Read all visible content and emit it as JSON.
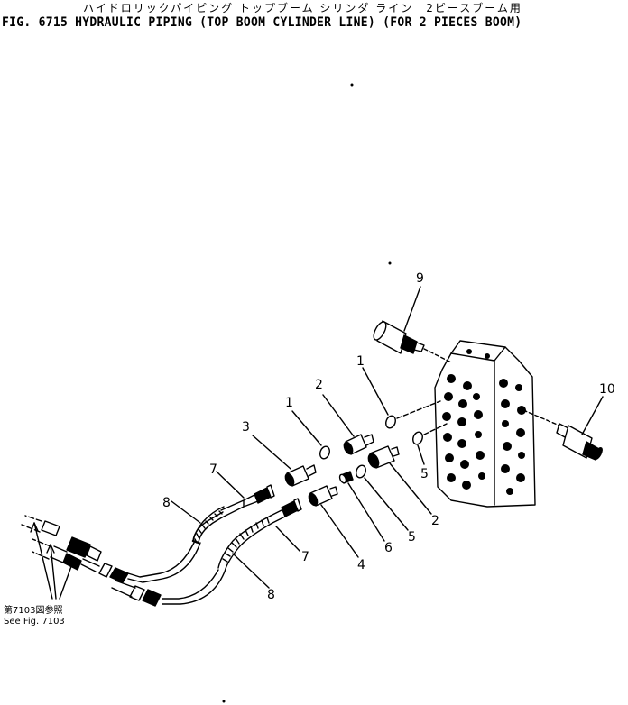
{
  "title": {
    "japanese": "ハイドロリックパイピング トップブーム シリンダ ライン　2ピースブーム用",
    "english": "FIG. 6715 HYDRAULIC PIPING (TOP BOOM CYLINDER LINE) (FOR 2 PIECES BOOM)"
  },
  "reference": {
    "japanese": "第7103図参照",
    "english": "See Fig. 7103"
  },
  "callouts": [
    "9",
    "1",
    "10",
    "1",
    "2",
    "3",
    "7",
    "8",
    "5",
    "2",
    "5",
    "6",
    "4",
    "7",
    "8"
  ]
}
